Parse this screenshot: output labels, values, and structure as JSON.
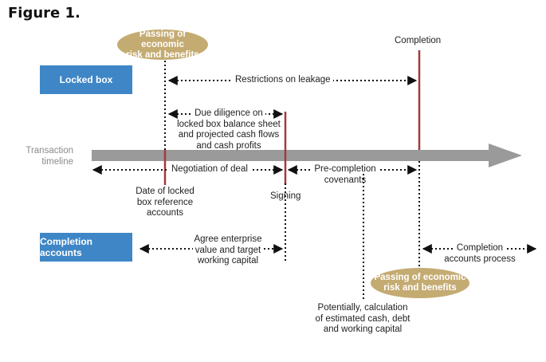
{
  "figure_title": "Figure 1.",
  "boxes": {
    "locked_box": "Locked box",
    "completion_accounts": "Completion accounts"
  },
  "ovals": {
    "passing_top": [
      "Passing of economic",
      "risk and benefits"
    ],
    "passing_bottom": [
      "Passing of economic",
      "risk and benefits"
    ]
  },
  "timeline_label": [
    "Transaction",
    "timeline"
  ],
  "milestones": {
    "completion": "Completion",
    "signing": "Signing",
    "date_locked": [
      "Date of locked",
      "box reference",
      "accounts"
    ]
  },
  "labels": {
    "restrictions": "Restrictions on leakage",
    "due_diligence": [
      "Due diligence on",
      "locked box balance sheet",
      "and projected cash flows",
      "and cash profits"
    ],
    "negotiation": "Negotiation of deal",
    "pre_completion": [
      "Pre-completion",
      "covenants"
    ],
    "agree_ev": [
      "Agree enterprise",
      "value and target",
      "working capital"
    ],
    "completion_process": [
      "Completion",
      "accounts process"
    ],
    "potentially": [
      "Potentially, calculation",
      "of estimated cash, debt",
      "and working capital"
    ]
  },
  "colors": {
    "box_blue": "#3f86c6",
    "oval_tan": "#c4ab72",
    "timeline_grey": "#9a9a9a",
    "milestone_red": "#a33a3a"
  }
}
